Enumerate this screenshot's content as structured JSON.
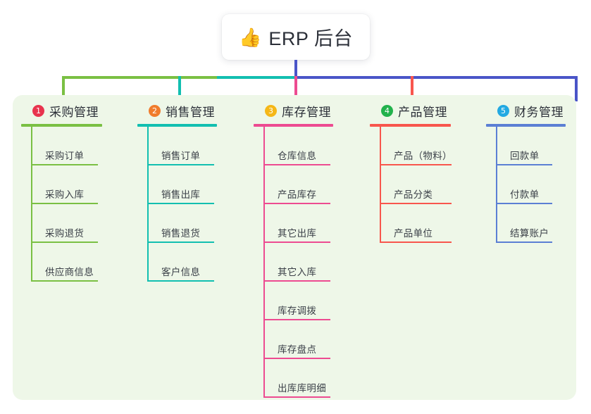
{
  "root": {
    "icon": "thumbs-up-icon",
    "emoji": "👍",
    "title": "ERP 后台"
  },
  "palette": {
    "panel_bg": "#eef7e8",
    "page_bg": "#ffffff",
    "trunk": "#4a55c8"
  },
  "columns": [
    {
      "index": "1",
      "title": "采购管理",
      "badge_color": "#e8344e",
      "line_color": "#7ac043",
      "items": [
        {
          "label": "采购订单"
        },
        {
          "label": "采购入库"
        },
        {
          "label": "采购退货"
        },
        {
          "label": "供应商信息"
        }
      ]
    },
    {
      "index": "2",
      "title": "销售管理",
      "badge_color": "#f07c2c",
      "line_color": "#12bfb0",
      "items": [
        {
          "label": "销售订单"
        },
        {
          "label": "销售出库"
        },
        {
          "label": "销售退货"
        },
        {
          "label": "客户信息"
        }
      ]
    },
    {
      "index": "3",
      "title": "库存管理",
      "badge_color": "#f5b717",
      "line_color": "#ed4b91",
      "items": [
        {
          "label": "仓库信息"
        },
        {
          "label": "产品库存"
        },
        {
          "label": "其它出库"
        },
        {
          "label": "其它入库"
        },
        {
          "label": "库存调拨"
        },
        {
          "label": "库存盘点"
        },
        {
          "label": "出库库明细"
        }
      ]
    },
    {
      "index": "4",
      "title": "产品管理",
      "badge_color": "#22b24c",
      "line_color": "#f8564d",
      "items": [
        {
          "label": "产品（物料）"
        },
        {
          "label": "产品分类"
        },
        {
          "label": "产品单位"
        }
      ]
    },
    {
      "index": "5",
      "title": "财务管理",
      "badge_color": "#23a9e2",
      "line_color": "#5b7fd4",
      "items": [
        {
          "label": "回款单"
        },
        {
          "label": "付款单"
        },
        {
          "label": "结算账户"
        }
      ]
    }
  ]
}
